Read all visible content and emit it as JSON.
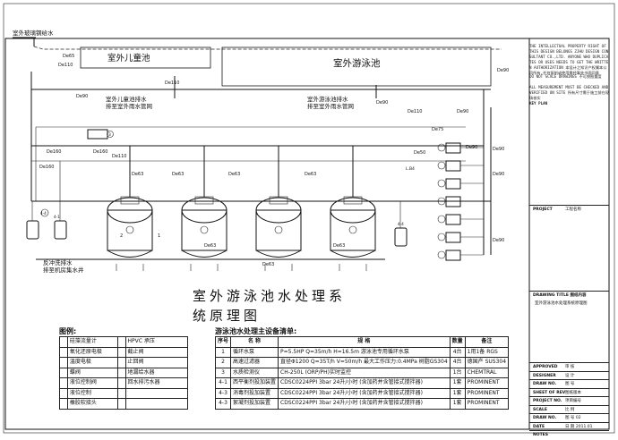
{
  "labels": {
    "glass_supply": "室外玻璃钢给水",
    "kids_pool": "室外儿童池",
    "main_pool": "室外游泳池",
    "kids_drain": "室外儿童池排水",
    "kids_drain_2": "排至室外雨水管网",
    "main_drain": "室外游泳池排水",
    "main_drain_2": "排至室外雨水管网",
    "backwash": "反冲洗排水",
    "backwash_2": "排至机房集水井",
    "mark_1": "1",
    "mark_2": "2",
    "mark_3": "3",
    "mark_44": "4-4",
    "mark_41": "4-1",
    "mark_44b": "4-4",
    "mark_b": "L.B4"
  },
  "pipes": [
    "De65",
    "De110",
    "De110",
    "De160",
    "De160",
    "De160",
    "De63",
    "De63",
    "De63",
    "De63",
    "De110",
    "De63",
    "De63",
    "De63",
    "De90",
    "De90",
    "De90",
    "De90",
    "De75",
    "De50",
    "De90",
    "De90",
    "De110",
    "De90",
    "De90"
  ],
  "dwg_title_1": "室外游泳池水处理系",
  "dwg_title_2": "统原理图",
  "legend": {
    "title": "图例:",
    "rows": [
      [
        "硅藻流量计",
        "HPVC 承压"
      ],
      [
        "氧化还原电极",
        "截止阀"
      ],
      [
        "温度电极",
        "止回阀"
      ],
      [
        "蝶阀",
        "地漏给水器"
      ],
      [
        "液位控制阀",
        "回水排污水器"
      ],
      [
        "液位控制",
        ""
      ],
      [
        "橡胶软接头",
        ""
      ]
    ]
  },
  "equipment": {
    "title": "游泳池水处理主设备清单:",
    "headers": [
      "序号",
      "名  称",
      "规          格",
      "数量",
      "备注"
    ],
    "rows": [
      [
        "1",
        "循环水泵",
        "P=5.5HP  Q=35m/h  H=16.5m     游泳池专用循环水泵",
        "4台",
        "1用1备 RGS"
      ],
      [
        "2",
        "高速过滤器",
        "直径Φ1200  Q=35T/h  V=50m/h  最大工作压力:0.4MPa 树脂GS304",
        "4台",
        "德国产 SUS304"
      ],
      [
        "3",
        "水质检测仪",
        "CH-250L  (ORP/PH)实时监控",
        "1台",
        "CHEMTRAL"
      ],
      [
        "4-1",
        "西平衡剂投加装置",
        "CDSC0224PPI  3bar  24升/小时 (含加药并含管接式搅拌器)",
        "1套",
        "PROMINENT"
      ],
      [
        "4-3",
        "消毒剂投加装置",
        "CDSC0224PPI  3bar  24升/小时 (含加药并含管接式搅拌器)",
        "1套",
        "PROMINENT"
      ],
      [
        "4-3",
        "絮凝剂投加装置",
        "CDSC0224PPI  3bar  24升/小时 (含加药并含管接式搅拌器)",
        "1套",
        "PROMINENT"
      ]
    ]
  },
  "title_block": {
    "note": "THE INTELLECTUAL PROPERTY RIGHT OF THIS DESIGN BELONGS ZJHU DESIGN CONSULTANT CO.,LTD. ANYONE WHO DUPLICATES OR USES NEEDS TO GET THE WRITTEN AUTHORIZATION 本设计之知识产权属本公司所有,任何复制或使用需经事先书面同意",
    "note_2": "DO NOT SCALE DRAWINGS 不可按图量度",
    "note_3": "ALL MEASUREMENT MUST BE CHECKED AND VERIFIED ON SITE 所有尺寸需于施工前在现场核实",
    "key_plan": "KEY PLAN",
    "project": "PROJECT",
    "project_val": "工程名称",
    "drawing_title": "DRAWING TITLE 图纸内容",
    "drawing_title_val": "室外游泳池水处理系统原理图",
    "rows": [
      [
        "APPROVED",
        "审  核"
      ],
      [
        "DESIGNER",
        "设  计"
      ],
      [
        "DRAW NO.",
        "图  号"
      ],
      [
        "SHEET OF REV",
        "图纸版本"
      ],
      [
        "PROJECT NO.",
        "项目编号"
      ],
      [
        "SCALE",
        "比  例"
      ],
      [
        "DRAW NO.",
        "图  号   02"
      ],
      [
        "DATE",
        "日  期     2011.01"
      ],
      [
        "NOTES",
        ""
      ]
    ]
  }
}
